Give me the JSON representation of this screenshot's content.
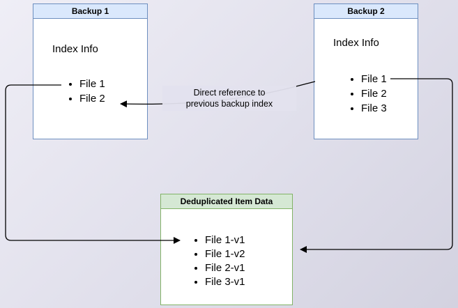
{
  "backup1": {
    "title": "Backup 1",
    "index_label": "Index Info",
    "files": [
      "File 1",
      "File 2"
    ]
  },
  "backup2": {
    "title": "Backup 2",
    "index_label": "Index Info",
    "files": [
      "File 1",
      "File 2",
      "File 3"
    ]
  },
  "dedup": {
    "title": "Deduplicated Item Data",
    "files": [
      "File 1-v1",
      "File 1-v2",
      "File 2-v1",
      "File 3-v1"
    ]
  },
  "edge_label": {
    "line1": "Direct reference to",
    "line2": "previous backup index"
  },
  "colors": {
    "blue_border": "#6c8ebf",
    "blue_header_fill": "#dae8fc",
    "green_border": "#82b366",
    "green_header_fill": "#d5e8d4",
    "box_fill": "#ffffff",
    "arrow": "#000000"
  }
}
